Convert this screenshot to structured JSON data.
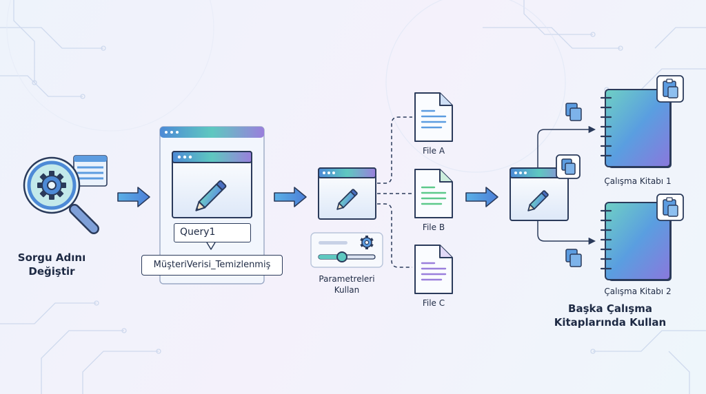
{
  "steps": {
    "rename": {
      "label": "Sorgu Adını\nDeğiştir"
    },
    "editor": {
      "old_name": "Query1",
      "new_name": "MüşteriVerisi_Temizlenmiş"
    },
    "params": {
      "label": "Parametreleri\nKullan"
    },
    "files": [
      {
        "label": "File A"
      },
      {
        "label": "File B"
      },
      {
        "label": "File C"
      }
    ],
    "workbooks": {
      "label": "Başka Çalışma\nKitaplarında Kullan",
      "items": [
        {
          "label": "Çalışma Kitabı 1"
        },
        {
          "label": "Çalışma Kitabı 2"
        }
      ]
    }
  },
  "colors": {
    "navy": "#2a3a5a",
    "blue": "#4d8ad6",
    "teal": "#5ec8c0",
    "purple": "#9a7fdc",
    "green": "#5cc98a",
    "bg": "#eef3fb"
  },
  "icons": [
    "magnifier-gear-icon",
    "table-icon",
    "pencil-icon",
    "gear-icon",
    "slider-icon",
    "document-icon",
    "notebook-icon",
    "copy-icon",
    "clipboard-icon",
    "arrow-right-icon"
  ]
}
